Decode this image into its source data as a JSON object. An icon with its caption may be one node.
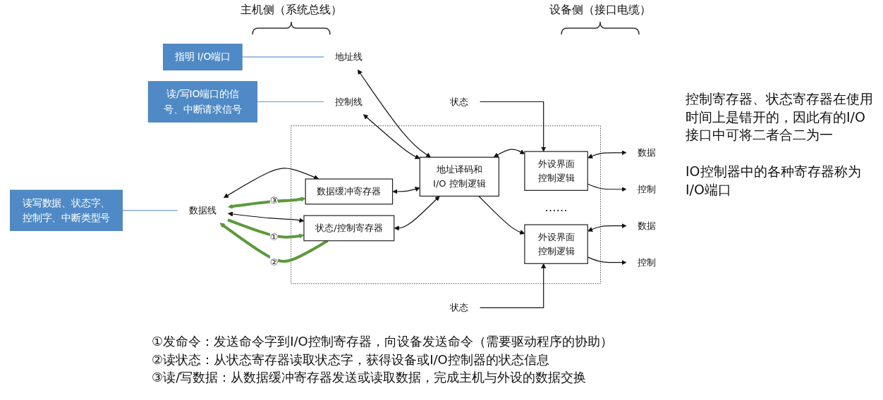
{
  "diagram": {
    "nodes": [
      {
        "text": [
          "读写数据、状态字、控制字、中断类型号"
        ]
      },
      {
        "text": [
          "指明 I/O端口"
        ]
      },
      {
        "text": [
          "读/写IO端口的信号、中断请求信号"
        ]
      },
      {
        "text": [
          "数据线"
        ]
      },
      {
        "text": [
          "地址线"
        ]
      },
      {
        "text": [
          "控制线"
        ]
      },
      {
        "text": [],
        "shape": "box"
      },
      {
        "text": [
          "数据缓冲寄存器"
        ],
        "in": 6
      },
      {
        "text": [
          "状态/控制寄存器"
        ],
        "in": 6
      },
      {
        "text": [
          "地址译码和I/O 控制逻辑"
        ],
        "in": 6
      },
      {
        "text": [
          "外设界面控制逻辑"
        ],
        "in": 6
      },
      {
        "text": [
          "外设界面控制逻辑"
        ],
        "in": 6
      },
      {
        "text": [
          "数据"
        ]
      },
      {
        "text": [
          "状态"
        ]
      },
      {
        "text": [
          "控制"
        ]
      },
      {
        "text": [
          "数据"
        ]
      },
      {
        "text": [
          "状态"
        ]
      },
      {
        "text": [
          "控制"
        ]
      }
    ],
    "edges": [
      {
        "from": 0,
        "to": 3,
        "arrow": "none",
        "color": "#6a9bd0"
      },
      {
        "from": 1,
        "to": 4,
        "arrow": "none",
        "color": "#6a9bd0"
      },
      {
        "from": 2,
        "to": 5,
        "arrow": "none",
        "color": "#6a9bd0"
      },
      {
        "from": 3,
        "to": 7,
        "arrow": "both"
      },
      {
        "from": 3,
        "to": 8,
        "arrow": "both"
      },
      {
        "from": 4,
        "to": 9,
        "arrow": "both"
      },
      {
        "from": 5,
        "to": 9,
        "arrow": "both"
      },
      {
        "from": 7,
        "to": 9,
        "arrow": "both"
      },
      {
        "from": 8,
        "to": 9,
        "arrow": "both"
      },
      {
        "from": 9,
        "to": 10,
        "arrow": "both"
      },
      {
        "from": 9,
        "to": 11,
        "arrow": "to"
      },
      {
        "from": 10,
        "to": 12,
        "arrow": "both"
      },
      {
        "from": 13,
        "to": 10,
        "arrow": "to"
      },
      {
        "from": 10,
        "to": 14,
        "arrow": "to"
      },
      {
        "from": 11,
        "to": 15,
        "arrow": "both"
      },
      {
        "from": 16,
        "to": 11,
        "arrow": "to"
      },
      {
        "from": 11,
        "to": 17,
        "arrow": "to"
      },
      {
        "from": 3,
        "to": 7,
        "arrow": "both",
        "label": "③",
        "style": "thick",
        "color": "#5c9a3c"
      },
      {
        "from": 3,
        "to": 8,
        "arrow": "to",
        "label": "①",
        "style": "thick",
        "color": "#5c9a3c"
      },
      {
        "from": 8,
        "to": 3,
        "arrow": "to",
        "label": "②",
        "style": "thick",
        "color": "#5c9a3c"
      }
    ],
    "labels": [
      "主机侧（系统总线）",
      "设备侧（接口电缆）",
      "……",
      "控制寄存器、状态寄存器在使用时间上是错开的，因此有的I/O接口中可将二者合二为一",
      "IO控制器中的各种寄存器称为I/O端口",
      "①发命令：发送命令字到I/O控制寄存器，向设备发送命令（需要驱动程序的协助）",
      "②读状态：从状态寄存器读取状态字，获得设备或I/O控制器的状态信息",
      "③读/写数据：从数据缓冲寄存器发送或读取数据，完成主机与外设的数据交换"
    ]
  }
}
